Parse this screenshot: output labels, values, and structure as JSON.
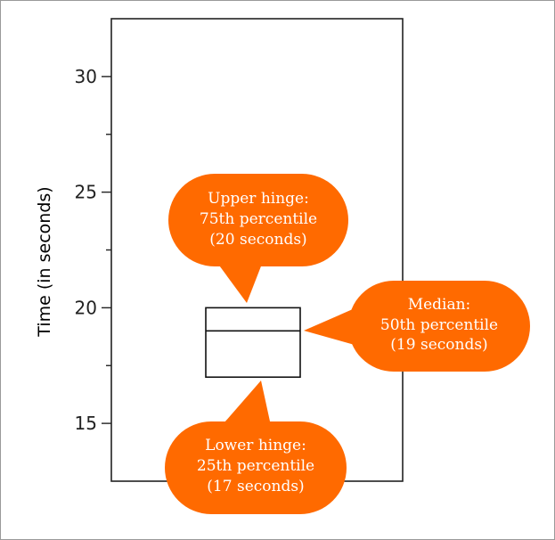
{
  "chart_data": {
    "type": "box",
    "ylabel": "Time (in seconds)",
    "ylim": [
      12.5,
      32.5
    ],
    "yticks_major": [
      15,
      20,
      25,
      30
    ],
    "yticks_minor": [
      17.5,
      22.5,
      27.5
    ],
    "box": {
      "lower_hinge": 17,
      "median": 19,
      "upper_hinge": 20
    },
    "annotations": [
      {
        "target": "upper_hinge",
        "lines": [
          "Upper hinge:",
          "75th percentile",
          "(20 seconds)"
        ]
      },
      {
        "target": "median",
        "lines": [
          "Median:",
          "50th percentile",
          "(19 seconds)"
        ]
      },
      {
        "target": "lower_hinge",
        "lines": [
          "Lower hinge:",
          "25th percentile",
          "(17 seconds)"
        ]
      }
    ]
  },
  "colors": {
    "callout": "#ff6a00",
    "callout_text": "#ffffff",
    "axis": "#222222"
  }
}
